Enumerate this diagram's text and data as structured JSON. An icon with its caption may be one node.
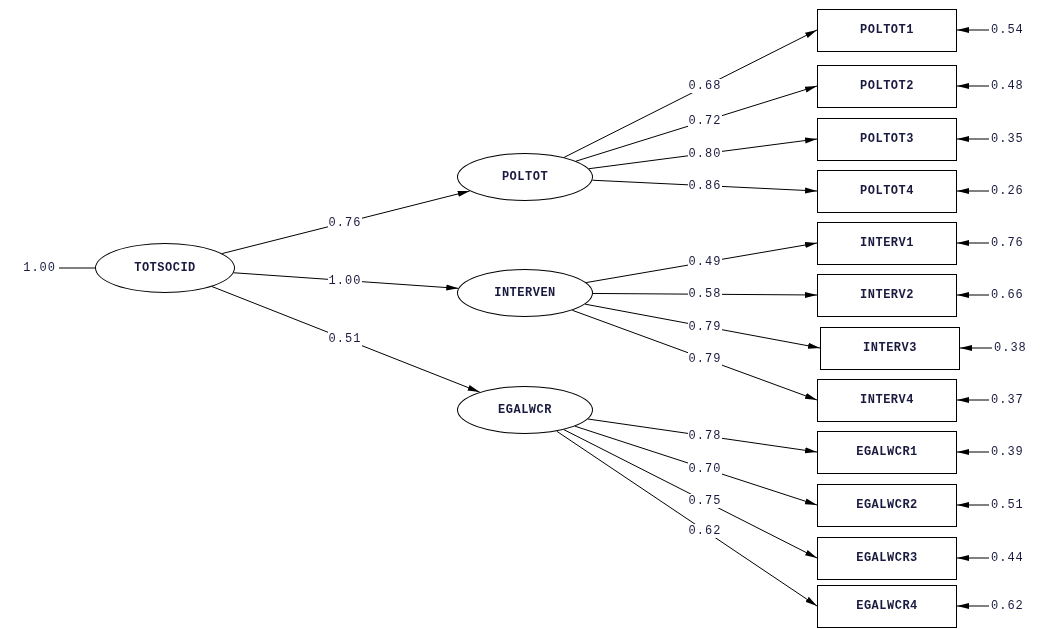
{
  "diagram": {
    "nodes": [
      {
        "text": [
          "TOTSOCID"
        ]
      },
      {
        "text": [
          "POLTOT"
        ]
      },
      {
        "text": [
          "INTERVEN"
        ]
      },
      {
        "text": [
          "EGALWCR"
        ]
      },
      {
        "text": [
          "POLTOT1"
        ]
      },
      {
        "text": [
          "POLTOT2"
        ]
      },
      {
        "text": [
          "POLTOT3"
        ]
      },
      {
        "text": [
          "POLTOT4"
        ]
      },
      {
        "text": [
          "INTERV1"
        ]
      },
      {
        "text": [
          "INTERV2"
        ]
      },
      {
        "text": [
          "INTERV3"
        ]
      },
      {
        "text": [
          "INTERV4"
        ]
      },
      {
        "text": [
          "EGALWCR1"
        ]
      },
      {
        "text": [
          "EGALWCR2"
        ]
      },
      {
        "text": [
          "EGALWCR3"
        ]
      },
      {
        "text": [
          "EGALWCR4"
        ]
      }
    ],
    "edges": [
      {
        "from": null,
        "to": 0,
        "arrow": "none",
        "label": "1.00"
      },
      {
        "from": 0,
        "to": 1,
        "arrow": "to",
        "label": "0.76"
      },
      {
        "from": 0,
        "to": 2,
        "arrow": "to",
        "label": "1.00"
      },
      {
        "from": 0,
        "to": 3,
        "arrow": "to",
        "label": "0.51"
      },
      {
        "from": 1,
        "to": 4,
        "arrow": "to",
        "label": "0.68"
      },
      {
        "from": 1,
        "to": 5,
        "arrow": "to",
        "label": "0.72"
      },
      {
        "from": 1,
        "to": 6,
        "arrow": "to",
        "label": "0.80"
      },
      {
        "from": 1,
        "to": 7,
        "arrow": "to",
        "label": "0.86"
      },
      {
        "from": 2,
        "to": 8,
        "arrow": "to",
        "label": "0.49"
      },
      {
        "from": 2,
        "to": 9,
        "arrow": "to",
        "label": "0.58"
      },
      {
        "from": 2,
        "to": 10,
        "arrow": "to",
        "label": "0.79"
      },
      {
        "from": 2,
        "to": 11,
        "arrow": "to",
        "label": "0.79"
      },
      {
        "from": 3,
        "to": 12,
        "arrow": "to",
        "label": "0.78"
      },
      {
        "from": 3,
        "to": 13,
        "arrow": "to",
        "label": "0.70"
      },
      {
        "from": 3,
        "to": 14,
        "arrow": "to",
        "label": "0.75"
      },
      {
        "from": 3,
        "to": 15,
        "arrow": "to",
        "label": "0.62"
      },
      {
        "from": null,
        "to": 4,
        "arrow": "to",
        "label": "0.54"
      },
      {
        "from": null,
        "to": 5,
        "arrow": "to",
        "label": "0.48"
      },
      {
        "from": null,
        "to": 6,
        "arrow": "to",
        "label": "0.35"
      },
      {
        "from": null,
        "to": 7,
        "arrow": "to",
        "label": "0.26"
      },
      {
        "from": null,
        "to": 8,
        "arrow": "to",
        "label": "0.76"
      },
      {
        "from": null,
        "to": 9,
        "arrow": "to",
        "label": "0.66"
      },
      {
        "from": null,
        "to": 10,
        "arrow": "to",
        "label": "0.38"
      },
      {
        "from": null,
        "to": 11,
        "arrow": "to",
        "label": "0.37"
      },
      {
        "from": null,
        "to": 12,
        "arrow": "to",
        "label": "0.39"
      },
      {
        "from": null,
        "to": 13,
        "arrow": "to",
        "label": "0.51"
      },
      {
        "from": null,
        "to": 14,
        "arrow": "to",
        "label": "0.44"
      },
      {
        "from": null,
        "to": 15,
        "arrow": "to",
        "label": "0.62"
      }
    ]
  }
}
